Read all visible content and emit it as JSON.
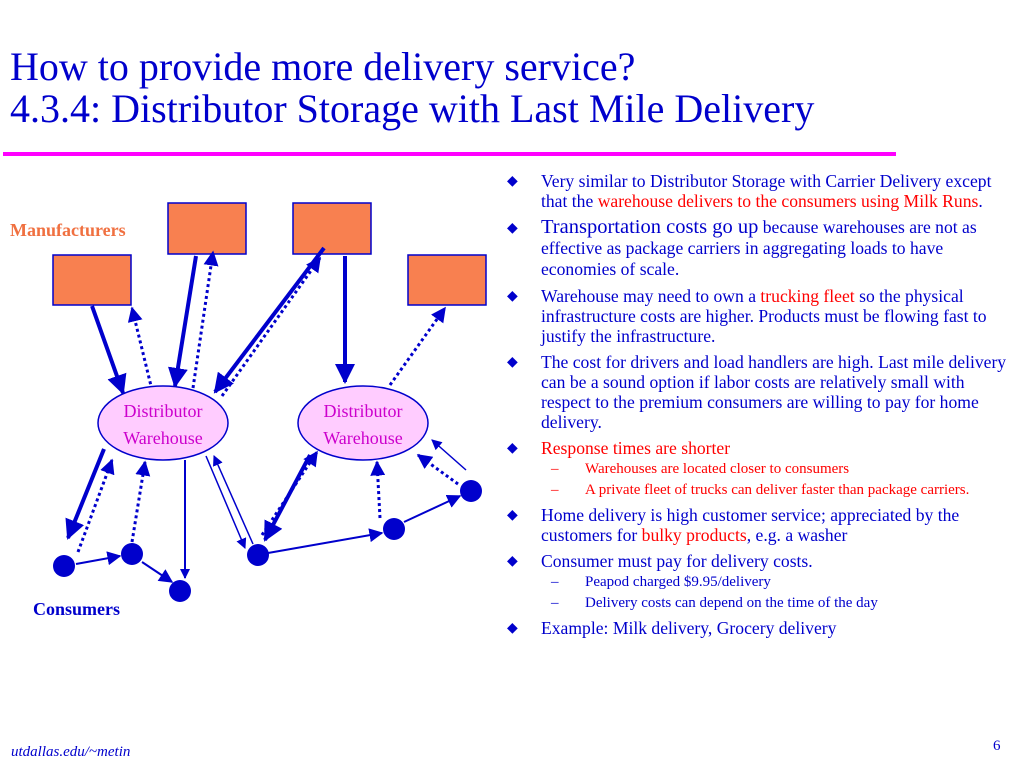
{
  "title": {
    "line1": "How to provide more delivery service?",
    "line2": "4.3.4: Distributor Storage with Last Mile Delivery"
  },
  "diagram": {
    "manufacturers_label": "Manufacturers",
    "consumers_label": "Consumers",
    "warehouse_line1": "Distributor",
    "warehouse_line2": "Warehouse"
  },
  "bullets": [
    {
      "parts": [
        {
          "text": "Very similar to Distributor Storage with Carrier Delivery except that the "
        },
        {
          "text": "warehouse delivers to the consumers using Milk Runs",
          "red": true
        },
        {
          "text": "."
        }
      ]
    },
    {
      "big": true,
      "parts": [
        {
          "text": "Transportation costs go up"
        },
        {
          "text": " because warehouses are not as effective as package carriers in aggregating loads to have economies of scale.",
          "small": true
        }
      ]
    },
    {
      "parts": [
        {
          "text": "Warehouse may need to own a "
        },
        {
          "text": "trucking fleet",
          "red": true
        },
        {
          "text": " so the physical infrastructure costs are higher. Products must be flowing fast to justify the infrastructure."
        }
      ]
    },
    {
      "parts": [
        {
          "text": "The cost for drivers and load handlers are high. Last mile delivery can be a sound option if labor costs are relatively small with respect to the premium consumers are willing to pay for home delivery."
        }
      ]
    },
    {
      "redline": true,
      "parts": [
        {
          "text": "Response times are shorter"
        }
      ],
      "sub": [
        "Warehouses are located closer to consumers",
        "A private fleet of trucks can deliver faster than package carriers."
      ]
    },
    {
      "parts": [
        {
          "text": "Home delivery is high customer service; appreciated by the customers for "
        },
        {
          "text": "bulky products",
          "red": true
        },
        {
          "text": ", e.g. a washer"
        }
      ]
    },
    {
      "parts": [
        {
          "text": "Consumer must pay for delivery costs."
        }
      ],
      "sub": [
        "Peapod charged $9.95/delivery",
        "Delivery costs can depend on the time of the day"
      ]
    },
    {
      "parts": [
        {
          "text": "Example: Milk delivery, Grocery delivery"
        }
      ]
    }
  ],
  "footer": {
    "url": "utdallas.edu/~metin",
    "page": "6"
  },
  "colors": {
    "title": "#0000cc",
    "rule": "#ff00ff",
    "highlight": "#ff0000",
    "manufacturer_box": "#f88050",
    "manufacturer_label": "#f07040",
    "warehouse_fill": "#ffccff",
    "warehouse_text": "#cc00cc",
    "arrow": "#0000cc",
    "consumer": "#0000cc"
  }
}
